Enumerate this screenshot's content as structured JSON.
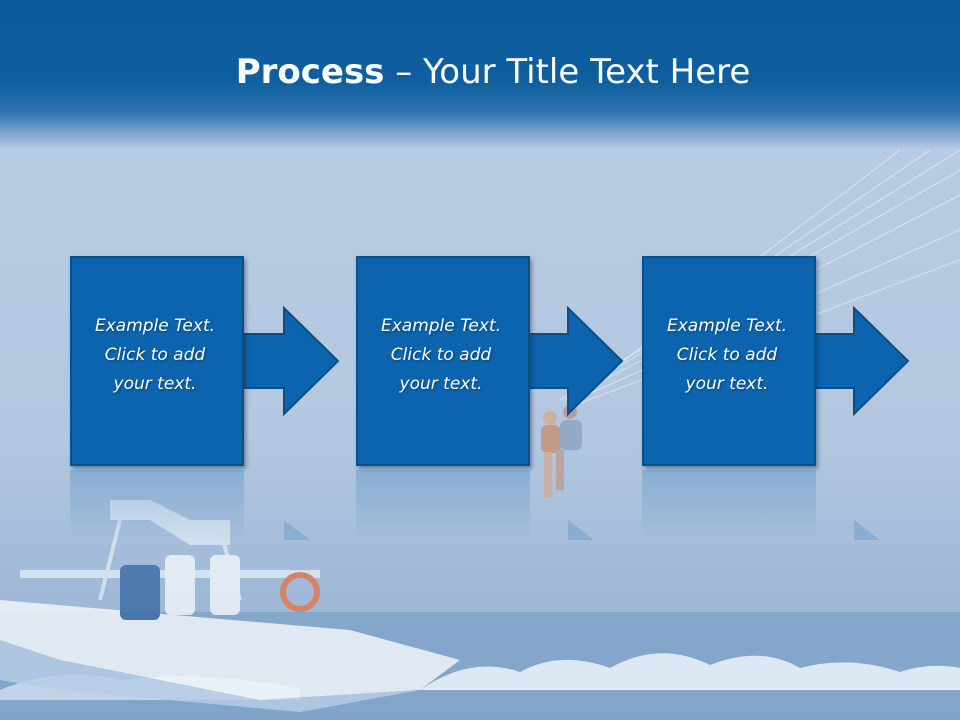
{
  "slide": {
    "title_bold": "Process",
    "title_rest": " – Your Title Text Here"
  },
  "steps": [
    {
      "line1": "Example Text.",
      "line2": "Click  to add",
      "line3": "your text."
    },
    {
      "line1": "Example Text.",
      "line2": "Click  to add",
      "line3": "your text."
    },
    {
      "line1": "Example Text.",
      "line2": "Click  to add",
      "line3": "your text."
    }
  ],
  "colors": {
    "header": "#0f5f9f",
    "box": "#0b64ad",
    "background": "#b9cde3",
    "text": "#ffffff"
  },
  "images": [
    "speedboat",
    "parasailers",
    "parasail-lines",
    "sea-waves"
  ]
}
